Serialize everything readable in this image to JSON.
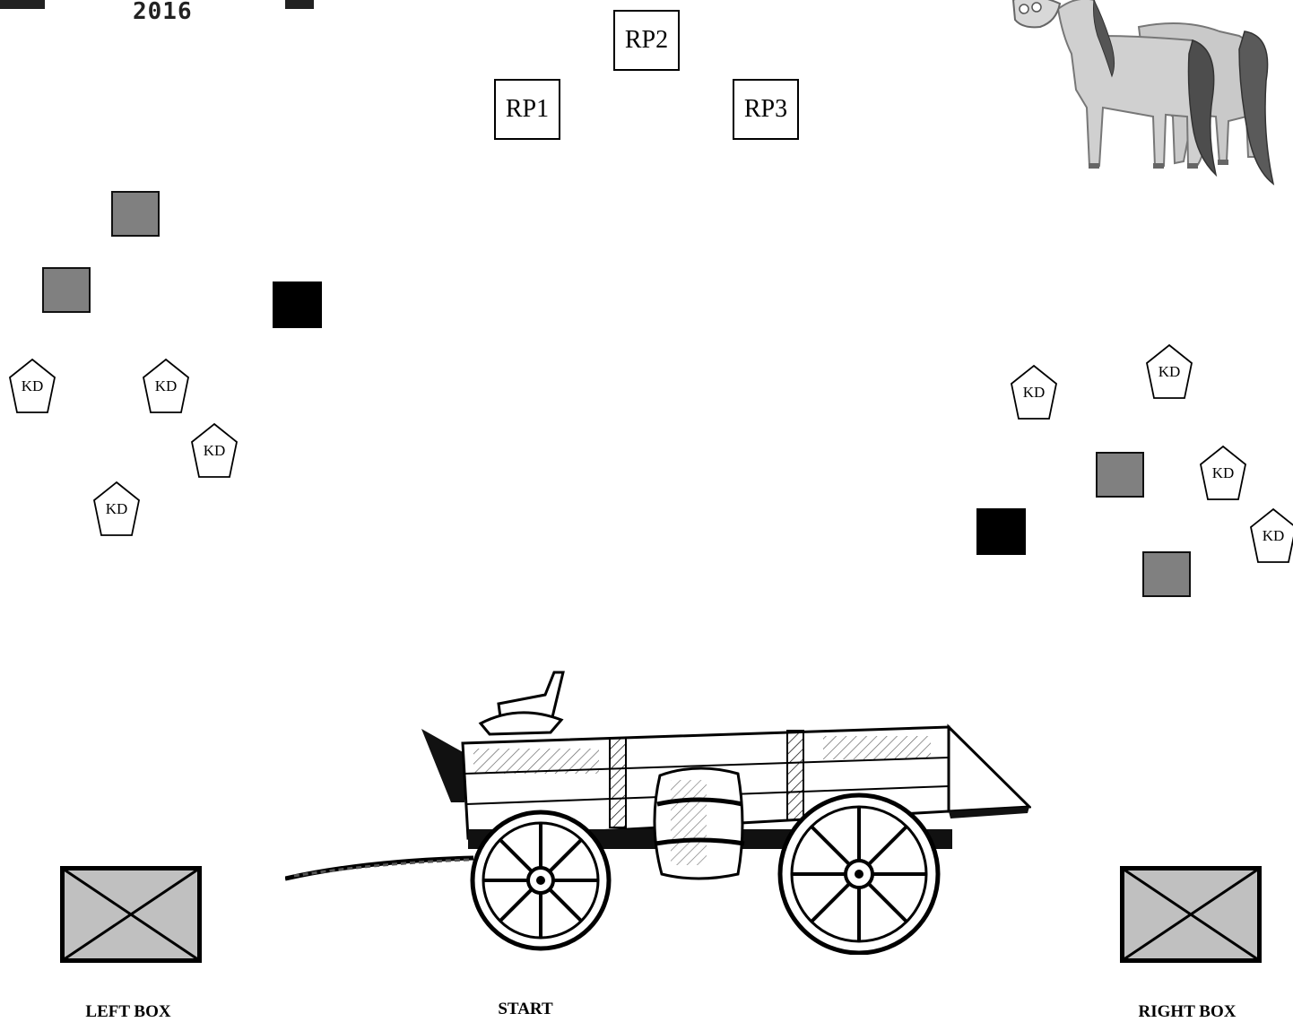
{
  "logo": {
    "year": "2016"
  },
  "rp_positions": [
    {
      "label": "RP1"
    },
    {
      "label": "RP2"
    },
    {
      "label": "RP3"
    }
  ],
  "kd_label": "KD",
  "captions": {
    "left_box": "LEFT BOX",
    "start": "START",
    "right_box": "RIGHT BOX"
  },
  "colors": {
    "gray_target": "#808080",
    "black_target": "#000000",
    "box_fill": "#c0c0c0"
  },
  "icons": [
    "horses-illustration",
    "wagon-illustration",
    "kd-pentagon-icon",
    "box-x-icon"
  ]
}
